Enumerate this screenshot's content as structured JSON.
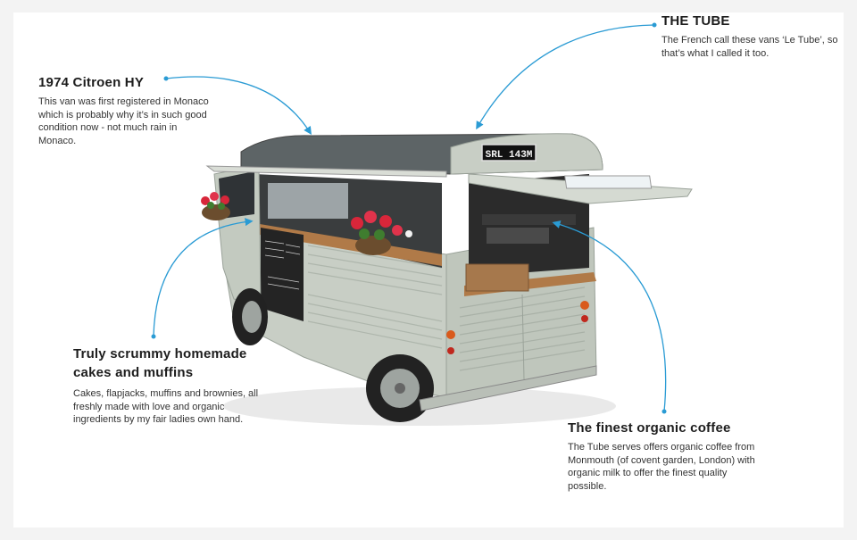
{
  "colors": {
    "arrow": "#2a9bd4",
    "van_body": "#c8cec5",
    "van_roof": "#5d6466",
    "wood": "#b07a48"
  },
  "van": {
    "plate": "SRL 143M",
    "image_label": "Citroen HY coffee van illustration"
  },
  "callouts": {
    "tube": {
      "title": "THE TUBE",
      "text": "The French call these vans ‘Le Tube’, so that’s what I called it too."
    },
    "citroen": {
      "title": "1974 Citroen HY",
      "text": "This van was first registered in Monaco which is probably why it’s in such good condition now - not much rain in Monaco."
    },
    "cakes": {
      "title": "Truly scrummy homemade cakes and muffins",
      "text": "Cakes, flapjacks, muffins and brownies, all freshly made with love and organic ingredients by my fair ladies own hand."
    },
    "coffee": {
      "title": "The finest organic coffee",
      "text": "The Tube serves offers organic coffee from Monmouth (of covent garden, London) with organic milk to offer the finest quality possible."
    }
  }
}
